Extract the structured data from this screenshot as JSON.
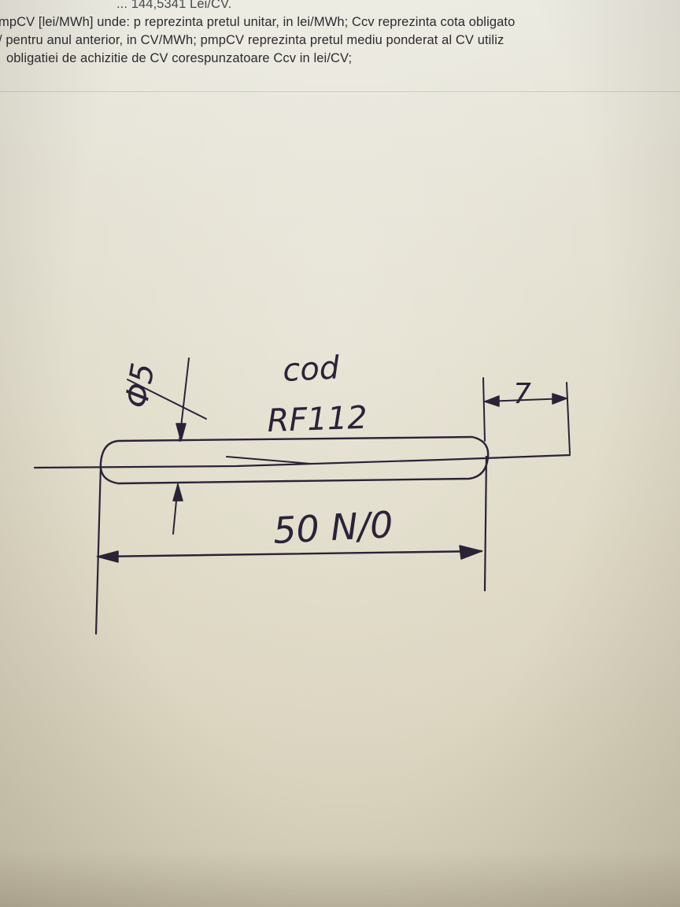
{
  "printed_text": {
    "line0": "... 144,5341 Lei/CV.",
    "line1": "mpCV [lei/MWh] unde: p reprezinta pretul unitar, in lei/MWh; Ccv reprezinta cota obligato",
    "line2": "/ pentru anul anterior, in CV/MWh; pmpCV reprezinta pretul mediu ponderat al CV utiliz",
    "line3": "obligatiei de achizitie de CV corespunzatoare Ccv in lei/CV;"
  },
  "sketch": {
    "code_label": "cod",
    "code_value": "RF112",
    "diameter_label": "Φ5",
    "end_length_label": "7",
    "length_label": "50 N/0"
  },
  "colors": {
    "paper": "#e6e3d6",
    "ink": "#2a2338",
    "print": "#2b2b2f"
  }
}
